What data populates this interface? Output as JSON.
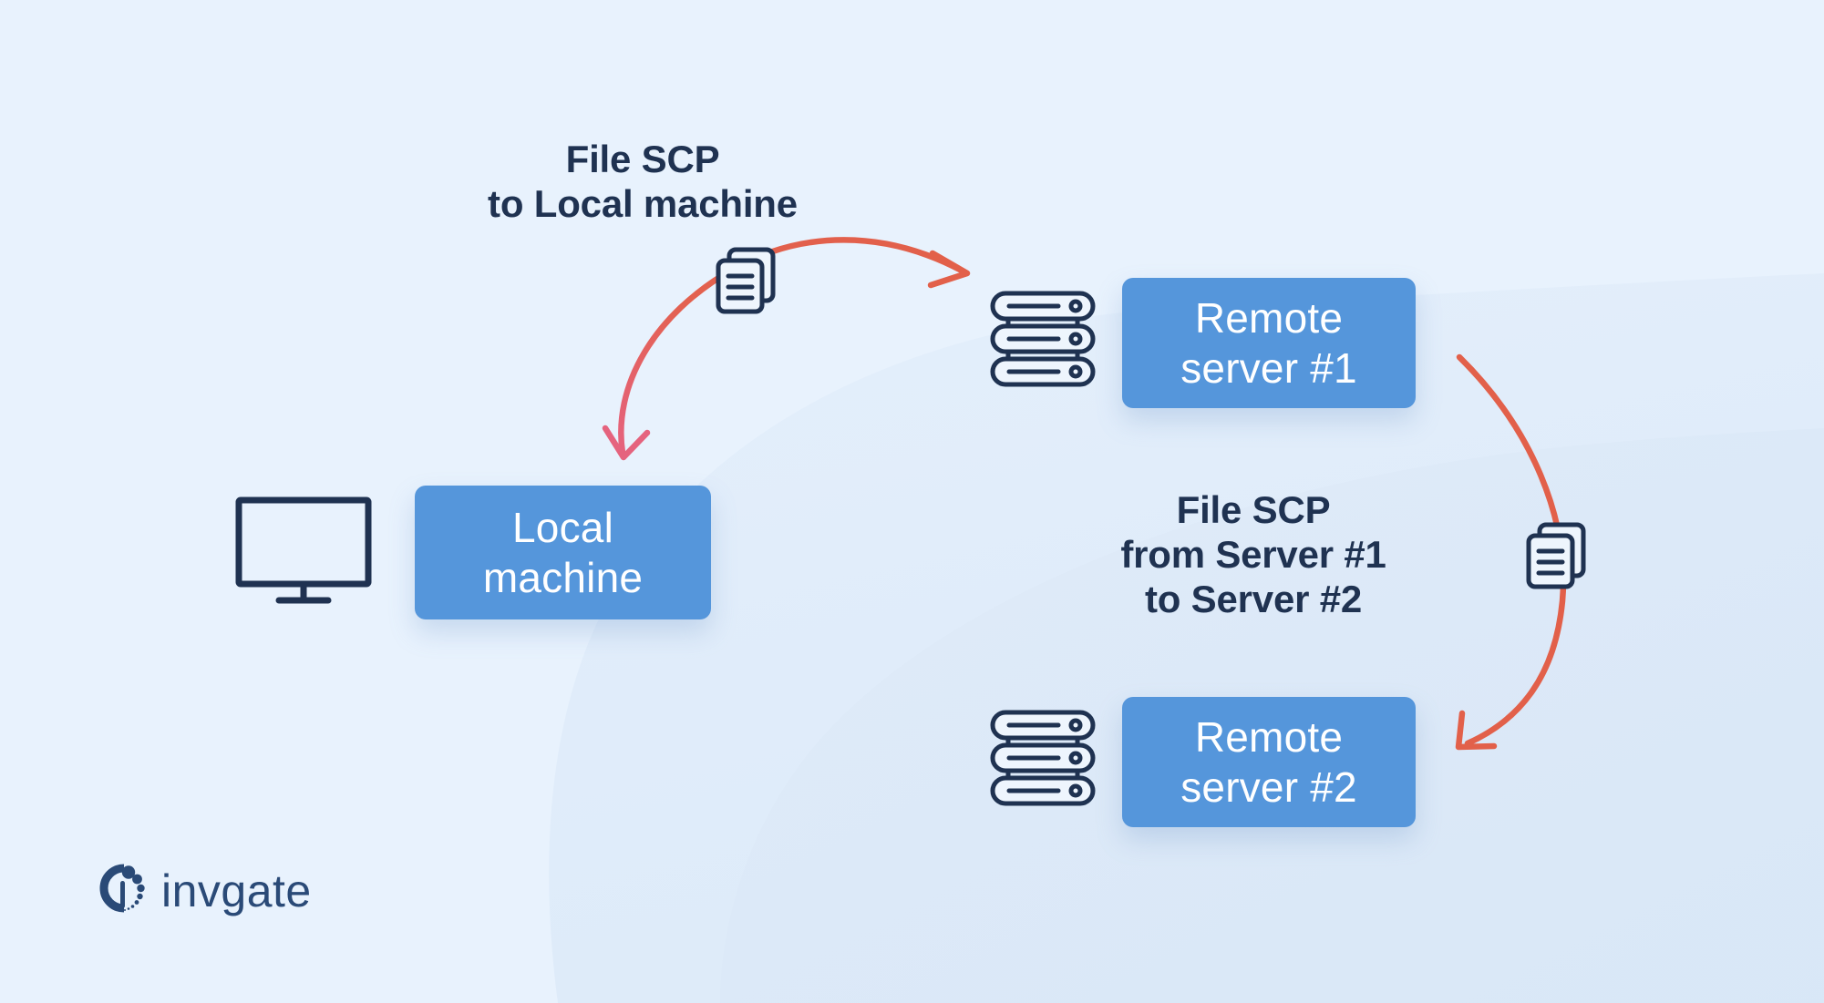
{
  "diagram": {
    "title": "SCP file transfer diagram",
    "background_color": "#e8f2fd",
    "blob_color": "#dce8f7",
    "accent_blue": "#5596db",
    "ink_navy": "#1f3251",
    "arrow_orange": "#e2604a",
    "arrow_pink": "#e5637e"
  },
  "captions": {
    "left": "File SCP\nto Local machine",
    "right": "File SCP\nfrom Server #1\nto Server #2"
  },
  "nodes": {
    "local": {
      "label": "Local\nmachine",
      "icon": "monitor-icon"
    },
    "server1": {
      "label": "Remote\nserver #1",
      "icon": "server-rack-icon"
    },
    "server2": {
      "label": "Remote\nserver #2",
      "icon": "server-rack-icon"
    }
  },
  "transfer_icons": {
    "top": "file-documents-icon",
    "right": "file-documents-icon"
  },
  "arrows": [
    {
      "name": "arrow-server1-to-local",
      "from": "Remote server #1",
      "to": "Local machine",
      "color_start": "#e2604a",
      "color_end": "#e5637e"
    },
    {
      "name": "arrow-server1-to-server2",
      "from": "Remote server #1",
      "to": "Remote server #2",
      "color_start": "#e2604a",
      "color_end": "#e2604a"
    }
  ],
  "logo": {
    "wordmark": "invgate",
    "mark": "invgate-circle-dots-icon",
    "color": "#2a4a77"
  }
}
